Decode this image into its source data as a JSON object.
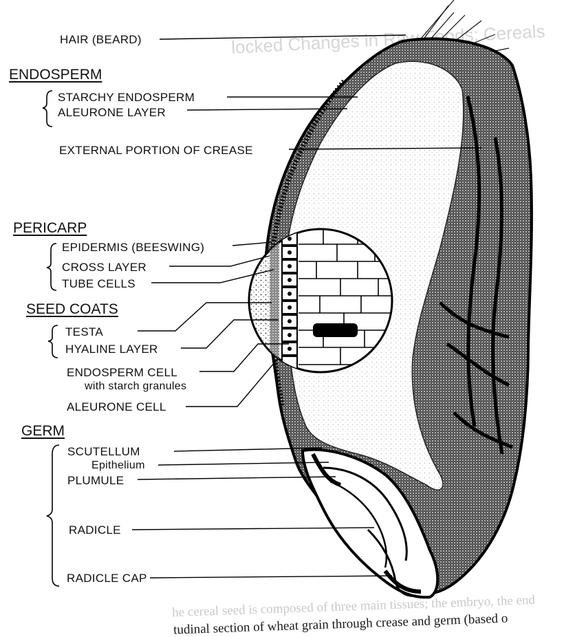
{
  "diagram": {
    "labels": {
      "hair": "HAIR (BEARD)",
      "endosperm_heading": "ENDOSPERM",
      "starchy_endosperm": "STARCHY ENDOSPERM",
      "aleurone_layer": "ALEURONE LAYER",
      "external_crease": "EXTERNAL PORTION OF CREASE",
      "pericarp_heading": "PERICARP",
      "epidermis": "EPIDERMIS (BEESWING)",
      "cross_layer": "CROSS LAYER",
      "tube_cells": "TUBE CELLS",
      "seed_coats_heading": "SEED COATS",
      "testa": "TESTA",
      "hyaline_layer": "HYALINE LAYER",
      "endosperm_cell": "ENDOSPERM CELL",
      "starch_granules": "with starch granules",
      "aleurone_cell": "ALEURONE CELL",
      "germ_heading": "GERM",
      "scutellum": "SCUTELLUM",
      "epithelium": "Epithelium",
      "plumule": "PLUMULE",
      "radicle": "RADICLE",
      "radicle_cap": "RADICLE CAP"
    },
    "background_text": {
      "top_heading": "locked Changes in Raw Foods: Cereals",
      "bottom_line_1": "he cereal seed is composed of three main tissues; the embryo, the end",
      "bottom_line_2": "tudinal section of wheat grain through crease and germ (based o"
    }
  }
}
